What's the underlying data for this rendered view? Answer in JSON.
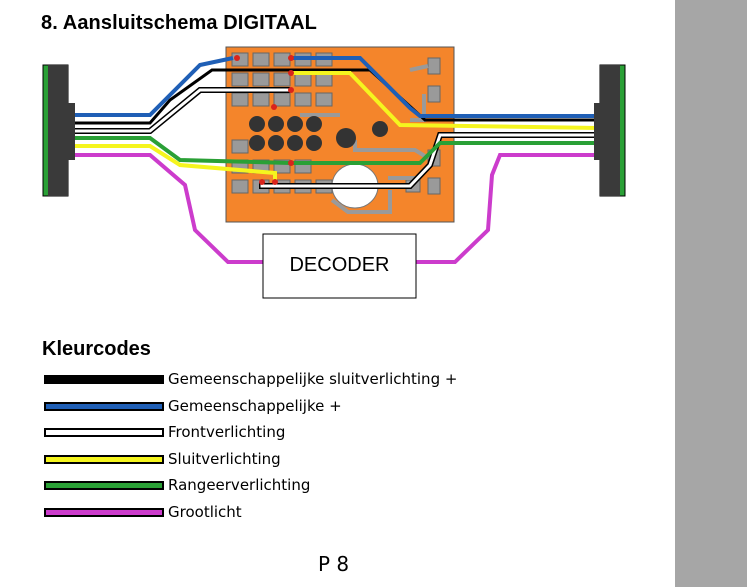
{
  "page": {
    "title": "8. Aansluitschema DIGITAAL",
    "page_number": "P 8"
  },
  "diagram": {
    "decoder_label": "DECODER",
    "board_color": "#f4852b"
  },
  "legend": {
    "title": "Kleurcodes",
    "items": [
      {
        "label": "Gemeenschappelijke sluitverlichting +",
        "color": "#000000"
      },
      {
        "label": "Gemeenschappelijke +",
        "color": "#1f5fb6"
      },
      {
        "label": "Frontverlichting",
        "color": "#ffffff"
      },
      {
        "label": "Sluitverlichting",
        "color": "#f5f51e"
      },
      {
        "label": "Rangeerverlichting",
        "color": "#2aa036"
      },
      {
        "label": "Grootlicht",
        "color": "#cc3ccc"
      }
    ]
  }
}
